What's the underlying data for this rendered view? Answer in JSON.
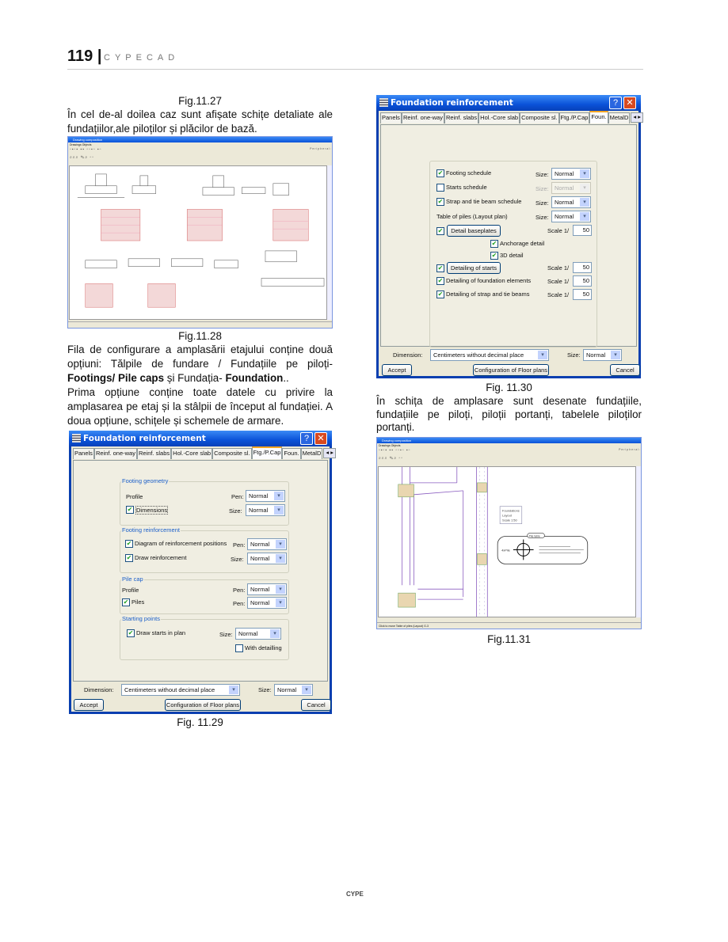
{
  "header": {
    "page_number": "119 |",
    "brand": "CYPECAD"
  },
  "left": {
    "fig_27": "Fig.11.27",
    "para1": "În cel de-al doilea caz sunt afișate schițe detaliate ale fundațiilor,ale piloților și plăcilor de bază.",
    "fig_28": "Fig.11.28",
    "para2_a": "Fila de configurare a amplasării etajului conține două opțiuni: Tălpile de fundare / Fundațiile pe piloți-",
    "para2_b1": "Footings/ Pile caps",
    "para2_b2": " și Fundația- ",
    "para2_b3": "Foundation",
    "para2_b4": "..",
    "para3": "Prima opțiune conține toate datele cu privire la amplasarea pe etaj și la stâlpii de început al fundației. A doua opțiune, schițele și schemele de armare.",
    "fig_29": "Fig. 11.29"
  },
  "right": {
    "fig_30": "Fig. 11.30",
    "para4": "În schița de amplasare sunt desenate fundațiile, fundațiile pe piloți, piloții portanți, tabelele piloților portanți.",
    "fig_31": "Fig.11.31"
  },
  "drawing_window": {
    "title": "Drawing composition",
    "menu": [
      "Drawings",
      "Objects"
    ],
    "peripheral": "Peripheral:",
    "status_31": "Click to move   Table of piles (Layout) G-3",
    "layout_label": [
      "Foundations",
      "Layout",
      "Scale 1:50"
    ],
    "pile_legend_title": "Pile table",
    "pile_label": "4xPile"
  },
  "dialog": {
    "title": "Foundation reinforcement",
    "help": "?",
    "close": "✕",
    "tabs": [
      "Panels",
      "Reinf. one-way",
      "Reinf. slabs",
      "Hol.-Core slab",
      "Composite sl.",
      "Ftg./P.Cap",
      "Foun.",
      "MetalD"
    ],
    "tab_arrows": "◂ ▸",
    "dimension_label": "Dimension:",
    "dimension_value": "Centimeters without decimal place",
    "size_label": "Size:",
    "size_value": "Normal",
    "accept": "Accept",
    "config": "Configuration of Floor plans",
    "cancel": "Cancel",
    "arrow": "▾"
  },
  "ftg": {
    "footing_geometry": "Footing geometry",
    "profile": "Profile",
    "pen": "Pen:",
    "size": "Size:",
    "normal": "Normal",
    "dimensions": "Dimensions",
    "footing_reinforcement": "Footing reinforcement",
    "diagram": "Diagram of reinforcement positions",
    "draw_reinforcement": "Draw reinforcement",
    "pile_cap": "Pile cap",
    "piles": "Piles",
    "starting_points": "Starting points",
    "draw_starts": "Draw starts in plan",
    "with_detailling": "With detailling"
  },
  "foun": {
    "footing_schedule": "Footing schedule",
    "starts_schedule": "Starts schedule",
    "strap_schedule": "Strap and tie beam schedule",
    "table_piles": "Table of piles (Layout plan)",
    "detail_baseplates": "Detail baseplates",
    "anchorage": "Anchorage detail",
    "detail_3d": "3D detail",
    "detailing_starts": "Detailing of starts",
    "detailing_foundation": "Detailing of foundation elements",
    "detailing_strap": "Detailing of strap and tie beams",
    "size": "Size:",
    "normal": "Normal",
    "scale": "Scale  1/",
    "scale_value": "50"
  },
  "footer": "CYPE",
  "check": "✔"
}
